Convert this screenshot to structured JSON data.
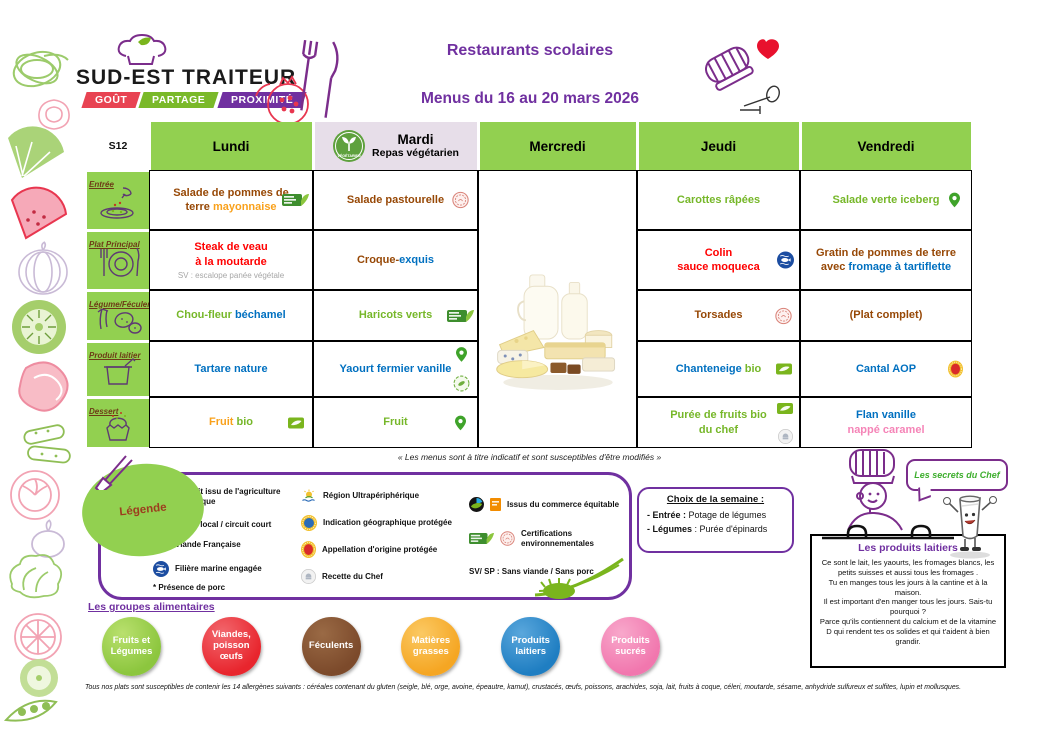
{
  "brand": {
    "name": "SUD-EST TRAITEUR",
    "tag1": "GOÛT",
    "tag2": "PARTAGE",
    "tag3": "PROXIMITÉ"
  },
  "header": {
    "title": "Restaurants scolaires",
    "subtitle": "Menus du 16 au 20 mars 2026",
    "week": "S12"
  },
  "table": {
    "days": {
      "d1": "Lundi",
      "d2": "Mardi",
      "d2sub": "Repas végétarien",
      "d3": "Mercredi",
      "d4": "Jeudi",
      "d5": "Vendredi"
    },
    "rows": {
      "r1": "Entrée",
      "r2": "Plat Principal",
      "r3": "Légume/Féculent",
      "r4": "Produit laitier",
      "r5": "Dessert"
    }
  },
  "menu": {
    "lundi": {
      "entree1": "Salade de pommes de terre ",
      "entree2": "mayonnaise",
      "plat1": "Steak de veau\nà la moutarde",
      "platNote": "SV : escalope panée végétale",
      "legume1": "Chou-fleur ",
      "legume2": "béchamel",
      "laitier1": "Tartare nature",
      "dessert1": "Fruit ",
      "dessert2": "bio"
    },
    "mardi": {
      "entree1": "Salade pastourelle",
      "plat1": "Croque-",
      "plat2": "exquis",
      "legume1": "Haricots verts",
      "laitier1": "Yaourt fermier vanille",
      "dessert1": "Fruit"
    },
    "jeudi": {
      "entree1": "Carottes râpées",
      "plat1": "Colin\nsauce moqueca",
      "legume1": "Torsades",
      "laitier1": "Chanteneige ",
      "laitier2": "bio",
      "dessert1": "Purée de fruits bio\ndu chef"
    },
    "vendredi": {
      "entree1": "Salade verte iceberg",
      "plat1": "Gratin de pommes de terre avec ",
      "plat2": "fromage à tartiflette",
      "legume1": "(Plat complet)",
      "laitier1": "Cantal AOP",
      "dessert1": "Flan vanille",
      "dessert2": "\nnappé caramel"
    }
  },
  "note": "« Les menus sont à titre indicatif et sont susceptibles d'être modifiés »",
  "legend": {
    "title": "Légende",
    "bio": "Produit issu de l'agriculture\nbiologique",
    "local": "Produit local / circuit court",
    "viande": "Viande Française",
    "marine": "Filière marine engagée",
    "porc": "* Présence de porc",
    "rup": "Région Ultrapériphérique",
    "igp": "Indication géographique protégée",
    "aop": "Appellation d'origine protégée",
    "chef": "Recette du Chef",
    "equitable": "Issus du commerce équitable",
    "certif": "Certifications\nenvironnementales",
    "svsp": "SV/ SP : Sans viande / Sans porc"
  },
  "choix": {
    "title": "Choix de la semaine :",
    "item1Label": "- Entrée :",
    "item1Value": " Potage de légumes",
    "item2Label": "- Légumes",
    "item2Value": " : Purée d'épinards"
  },
  "secrets": {
    "bubble": "Les secrets du Chef"
  },
  "laitiers": {
    "title": "Les produits laitiers",
    "body": "Ce sont le lait, les yaourts, les fromages blancs, les petits suisses et aussi tous les fromages .\nTu en manges tous les jours à la cantine et à la maison.\nIl est important d'en manger tous les jours. Sais-tu pourquoi ?\nParce qu'ils contiennent du calcium et de la vitamine D qui rendent tes os solides et qui t'aident à bien grandir."
  },
  "groups": {
    "title": "Les groupes alimentaires",
    "g1": "Fruits et\nLégumes",
    "g2": "Viandes,\npoisson\nœufs",
    "g3": "Féculents",
    "g4": "Matières\ngrasses",
    "g5": "Produits\nlaitiers",
    "g6": "Produits\nsucrés"
  },
  "allergens": "Tous nos plats sont susceptibles de contenir les 14 allergènes suivants : céréales contenant du gluten (seigle, blé, orge, avoine, épeautre, kamut), crustacés, œufs, poissons, arachides, soja, lait, fruits à coque, céleri, moutarde, sésame, anhydride sulfureux et sulfites, lupin et mollusques.",
  "colors": {
    "header_green": "#92D050",
    "mardi_bg": "#E7DEE9",
    "purple": "#7030A0",
    "text_brown": "#974806",
    "text_red": "#FF0000",
    "text_blue": "#0070C0",
    "text_green": "#76B729",
    "text_orange": "#F9A11B",
    "text_pink": "#F584B7",
    "group_fruits": "#8CC63E",
    "group_viandes": "#E8252D",
    "group_feculents": "#7C4A2B",
    "group_matieres": "#F5A623",
    "group_laitiers": "#1F7EC2",
    "group_sucres": "#F177AE"
  }
}
